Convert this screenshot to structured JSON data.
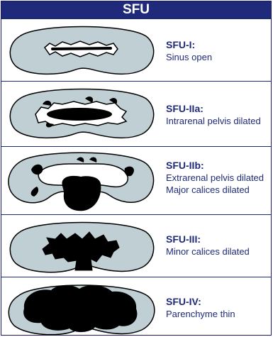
{
  "title": "SFU",
  "colors": {
    "header": "#1f2b7a",
    "kidney": "#bfcfd3",
    "dark": "#000000",
    "text": "#1f2b7a"
  },
  "grades": [
    {
      "grade": "SFU-I:",
      "lines": [
        "Sinus open"
      ]
    },
    {
      "grade": "SFU-IIa:",
      "lines": [
        "Intrarenal pelvis dilated"
      ]
    },
    {
      "grade": "SFU-IIb:",
      "lines": [
        "Extrarenal pelvis dilated",
        "Major calices dilated"
      ]
    },
    {
      "grade": "SFU-III:",
      "lines": [
        "Minor calices dilated"
      ]
    },
    {
      "grade": "SFU-IV:",
      "lines": [
        "Parenchyme thin"
      ]
    }
  ]
}
